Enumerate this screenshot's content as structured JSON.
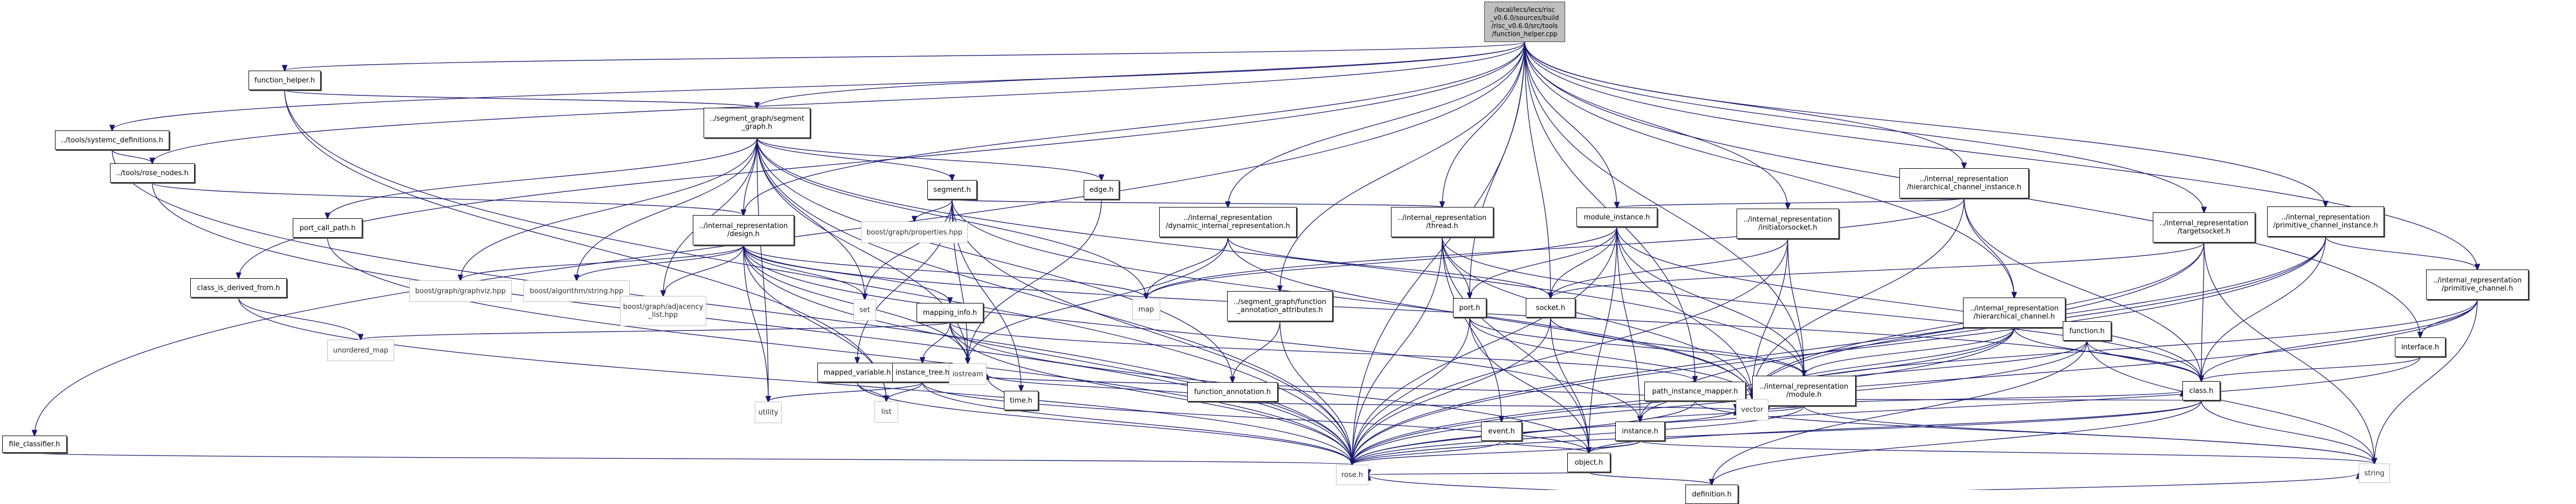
{
  "graph": {
    "title": "Include dependency graph for function_helper.cpp",
    "colors": {
      "edge": "#191970",
      "root_fill": "#bfbfbf",
      "node_border": "#000000",
      "external_border": "#bfbfbf"
    },
    "nodes": [
      {
        "id": "root",
        "label": "/local/lecs/lecs/risc\n_v0.6.0/sources/build\n/risc_v0.6.0/src/tools\n/function_helper.cpp",
        "kind": "root"
      },
      {
        "id": "function_helper_h",
        "label": "function_helper.h",
        "kind": "local"
      },
      {
        "id": "systemc_definitions_h",
        "label": "../tools/systemc_definitions.h",
        "kind": "local"
      },
      {
        "id": "rose_nodes_h",
        "label": "../tools/rose_nodes.h",
        "kind": "local"
      },
      {
        "id": "segment_graph_h",
        "label": "../segment_graph/segment\n_graph.h",
        "kind": "local"
      },
      {
        "id": "segment_h",
        "label": "segment.h",
        "kind": "local"
      },
      {
        "id": "edge_h",
        "label": "edge.h",
        "kind": "local"
      },
      {
        "id": "design_h",
        "label": "../internal_representation\n/design.h",
        "kind": "local"
      },
      {
        "id": "port_call_path_h",
        "label": "port_call_path.h",
        "kind": "local"
      },
      {
        "id": "class_is_derived_from_h",
        "label": "class_is_derived_from.h",
        "kind": "local"
      },
      {
        "id": "file_classifier_h",
        "label": "file_classifier.h",
        "kind": "local"
      },
      {
        "id": "boost_properties",
        "label": "boost/graph/properties.hpp",
        "kind": "external"
      },
      {
        "id": "boost_graphviz",
        "label": "boost/graph/graphviz.hpp",
        "kind": "external"
      },
      {
        "id": "boost_string",
        "label": "boost/algorithm/string.hpp",
        "kind": "external"
      },
      {
        "id": "boost_adjacency",
        "label": "boost/graph/adjacency\n_list.hpp",
        "kind": "external"
      },
      {
        "id": "set",
        "label": "set",
        "kind": "external"
      },
      {
        "id": "map",
        "label": "map",
        "kind": "external"
      },
      {
        "id": "unordered_map",
        "label": "unordered_map",
        "kind": "external"
      },
      {
        "id": "mapping_info_h",
        "label": "mapping_info.h",
        "kind": "local"
      },
      {
        "id": "time_h",
        "label": "time.h",
        "kind": "local"
      },
      {
        "id": "mapped_variable_h",
        "label": "mapped_variable.h",
        "kind": "local"
      },
      {
        "id": "instance_tree_h",
        "label": "instance_tree.h",
        "kind": "local"
      },
      {
        "id": "iostream",
        "label": "iostream",
        "kind": "external"
      },
      {
        "id": "utility",
        "label": "utility",
        "kind": "external"
      },
      {
        "id": "list",
        "label": "list",
        "kind": "external"
      },
      {
        "id": "dynamic_ir_h",
        "label": "../internal_representation\n/dynamic_internal_representation.h",
        "kind": "local"
      },
      {
        "id": "function_annotation_attributes_h",
        "label": "../segment_graph/function\n_annotation_attributes.h",
        "kind": "local"
      },
      {
        "id": "function_annotation_h",
        "label": "function_annotation.h",
        "kind": "local"
      },
      {
        "id": "thread_h",
        "label": "../internal_representation\n/thread.h",
        "kind": "local"
      },
      {
        "id": "port_h",
        "label": "port.h",
        "kind": "local"
      },
      {
        "id": "socket_h",
        "label": "socket.h",
        "kind": "local"
      },
      {
        "id": "event_h",
        "label": "event.h",
        "kind": "local"
      },
      {
        "id": "module_instance_h",
        "label": "module_instance.h",
        "kind": "local"
      },
      {
        "id": "path_instance_mapper_h",
        "label": "path_instance_mapper.h",
        "kind": "local"
      },
      {
        "id": "module_h",
        "label": "../internal_representation\n/module.h",
        "kind": "local"
      },
      {
        "id": "instance_h",
        "label": "instance.h",
        "kind": "local"
      },
      {
        "id": "object_h",
        "label": "object.h",
        "kind": "local"
      },
      {
        "id": "definition_h",
        "label": "definition.h",
        "kind": "local"
      },
      {
        "id": "hier_channel_instance_h",
        "label": "../internal_representation\n/hierarchical_channel_instance.h",
        "kind": "local"
      },
      {
        "id": "initiatorsocket_h",
        "label": "../internal_representation\n/initiatorsocket.h",
        "kind": "local"
      },
      {
        "id": "hier_channel_h",
        "label": "../internal_representation\n/hierarchical_channel.h",
        "kind": "local"
      },
      {
        "id": "function_h",
        "label": "function.h",
        "kind": "local"
      },
      {
        "id": "targetsocket_h",
        "label": "../internal_representation\n/targetsocket.h",
        "kind": "local"
      },
      {
        "id": "prim_channel_instance_h",
        "label": "../internal_representation\n/primitive_channel_instance.h",
        "kind": "local"
      },
      {
        "id": "prim_channel_h",
        "label": "../internal_representation\n/primitive_channel.h",
        "kind": "local"
      },
      {
        "id": "interface_h",
        "label": "interface.h",
        "kind": "local"
      },
      {
        "id": "class_h",
        "label": "class.h",
        "kind": "local"
      },
      {
        "id": "vector",
        "label": "vector",
        "kind": "external"
      },
      {
        "id": "rose_h",
        "label": "rose.h",
        "kind": "external"
      },
      {
        "id": "string",
        "label": "string",
        "kind": "external"
      }
    ],
    "edges": [
      [
        "root",
        "function_helper_h"
      ],
      [
        "root",
        "systemc_definitions_h"
      ],
      [
        "root",
        "rose_nodes_h"
      ],
      [
        "root",
        "segment_graph_h"
      ],
      [
        "root",
        "design_h"
      ],
      [
        "root",
        "class_is_derived_from_h"
      ],
      [
        "root",
        "file_classifier_h"
      ],
      [
        "root",
        "dynamic_ir_h"
      ],
      [
        "root",
        "function_annotation_attributes_h"
      ],
      [
        "root",
        "thread_h"
      ],
      [
        "root",
        "port_h"
      ],
      [
        "root",
        "socket_h"
      ],
      [
        "root",
        "module_instance_h"
      ],
      [
        "root",
        "hier_channel_instance_h"
      ],
      [
        "root",
        "initiatorsocket_h"
      ],
      [
        "root",
        "targetsocket_h"
      ],
      [
        "root",
        "prim_channel_instance_h"
      ],
      [
        "root",
        "prim_channel_h"
      ],
      [
        "root",
        "interface_h"
      ],
      [
        "root",
        "hier_channel_h"
      ],
      [
        "root",
        "path_instance_mapper_h"
      ],
      [
        "root",
        "module_h"
      ],
      [
        "root",
        "rose_h"
      ],
      [
        "function_helper_h",
        "segment_graph_h"
      ],
      [
        "function_helper_h",
        "rose_h"
      ],
      [
        "function_helper_h",
        "list"
      ],
      [
        "systemc_definitions_h",
        "rose_nodes_h"
      ],
      [
        "systemc_definitions_h",
        "rose_h"
      ],
      [
        "rose_nodes_h",
        "design_h"
      ],
      [
        "rose_nodes_h",
        "rose_h"
      ],
      [
        "segment_graph_h",
        "segment_h"
      ],
      [
        "segment_graph_h",
        "edge_h"
      ],
      [
        "segment_graph_h",
        "design_h"
      ],
      [
        "segment_graph_h",
        "port_call_path_h"
      ],
      [
        "segment_graph_h",
        "boost_graphviz"
      ],
      [
        "segment_graph_h",
        "boost_string"
      ],
      [
        "segment_graph_h",
        "boost_adjacency"
      ],
      [
        "segment_graph_h",
        "set"
      ],
      [
        "segment_graph_h",
        "map"
      ],
      [
        "segment_graph_h",
        "iostream"
      ],
      [
        "segment_graph_h",
        "utility"
      ],
      [
        "segment_graph_h",
        "rose_h"
      ],
      [
        "segment_graph_h",
        "function_annotation_h"
      ],
      [
        "segment_graph_h",
        "module_h"
      ],
      [
        "segment_h",
        "boost_properties"
      ],
      [
        "segment_h",
        "set"
      ],
      [
        "segment_h",
        "time_h"
      ],
      [
        "segment_h",
        "mapped_variable_h"
      ],
      [
        "segment_h",
        "iostream"
      ],
      [
        "segment_h",
        "thread_h"
      ],
      [
        "segment_h",
        "vector"
      ],
      [
        "segment_h",
        "rose_h"
      ],
      [
        "edge_h",
        "iostream"
      ],
      [
        "design_h",
        "boost_adjacency"
      ],
      [
        "design_h",
        "boost_graphviz"
      ],
      [
        "design_h",
        "boost_string"
      ],
      [
        "design_h",
        "set"
      ],
      [
        "design_h",
        "map"
      ],
      [
        "design_h",
        "mapping_info_h"
      ],
      [
        "design_h",
        "utility"
      ],
      [
        "design_h",
        "iostream"
      ],
      [
        "design_h",
        "rose_h"
      ],
      [
        "design_h",
        "list"
      ],
      [
        "design_h",
        "instance_h"
      ],
      [
        "design_h",
        "class_h"
      ],
      [
        "port_call_path_h",
        "rose_h"
      ],
      [
        "class_is_derived_from_h",
        "unordered_map"
      ],
      [
        "class_is_derived_from_h",
        "rose_h"
      ],
      [
        "file_classifier_h",
        "rose_h"
      ],
      [
        "mapping_info_h",
        "unordered_map"
      ],
      [
        "mapping_info_h",
        "instance_tree_h"
      ],
      [
        "mapping_info_h",
        "iostream"
      ],
      [
        "mapping_info_h",
        "path_instance_mapper_h"
      ],
      [
        "mapping_info_h",
        "rose_h"
      ],
      [
        "mapping_info_h",
        "object_h"
      ],
      [
        "time_h",
        "iostream"
      ],
      [
        "mapped_variable_h",
        "list"
      ],
      [
        "mapped_variable_h",
        "rose_h"
      ],
      [
        "instance_tree_h",
        "list"
      ],
      [
        "instance_tree_h",
        "utility"
      ],
      [
        "instance_tree_h",
        "object_h"
      ],
      [
        "instance_tree_h",
        "rose_h"
      ],
      [
        "dynamic_ir_h",
        "map"
      ],
      [
        "dynamic_ir_h",
        "socket_h"
      ],
      [
        "dynamic_ir_h",
        "iostream"
      ],
      [
        "dynamic_ir_h",
        "vector"
      ],
      [
        "function_annotation_attributes_h",
        "function_annotation_h"
      ],
      [
        "function_annotation_attributes_h",
        "rose_h"
      ],
      [
        "function_annotation_h",
        "iostream"
      ],
      [
        "function_annotation_h",
        "vector"
      ],
      [
        "thread_h",
        "port_h"
      ],
      [
        "thread_h",
        "event_h"
      ],
      [
        "thread_h",
        "object_h"
      ],
      [
        "thread_h",
        "rose_h"
      ],
      [
        "thread_h",
        "class_h"
      ],
      [
        "thread_h",
        "vector"
      ],
      [
        "port_h",
        "object_h"
      ],
      [
        "port_h",
        "rose_h"
      ],
      [
        "port_h",
        "module_h"
      ],
      [
        "port_h",
        "vector"
      ],
      [
        "socket_h",
        "object_h"
      ],
      [
        "socket_h",
        "rose_h"
      ],
      [
        "socket_h",
        "module_h"
      ],
      [
        "event_h",
        "object_h"
      ],
      [
        "event_h",
        "rose_h"
      ],
      [
        "event_h",
        "vector"
      ],
      [
        "module_instance_h",
        "port_h"
      ],
      [
        "module_instance_h",
        "socket_h"
      ],
      [
        "module_instance_h",
        "map"
      ],
      [
        "module_instance_h",
        "module_h"
      ],
      [
        "module_instance_h",
        "instance_h"
      ],
      [
        "module_instance_h",
        "object_h"
      ],
      [
        "module_instance_h",
        "class_h"
      ],
      [
        "module_instance_h",
        "rose_h"
      ],
      [
        "module_instance_h",
        "vector"
      ],
      [
        "path_instance_mapper_h",
        "instance_tree_h"
      ],
      [
        "path_instance_mapper_h",
        "rose_h"
      ],
      [
        "path_instance_mapper_h",
        "string"
      ],
      [
        "module_h",
        "instance_h"
      ],
      [
        "module_h",
        "class_h"
      ],
      [
        "module_h",
        "rose_h"
      ],
      [
        "module_h",
        "vector"
      ],
      [
        "module_h",
        "string"
      ],
      [
        "instance_h",
        "object_h"
      ],
      [
        "instance_h",
        "rose_h"
      ],
      [
        "instance_h",
        "string"
      ],
      [
        "object_h",
        "definition_h"
      ],
      [
        "object_h",
        "rose_h"
      ],
      [
        "definition_h",
        "rose_h"
      ],
      [
        "definition_h",
        "string"
      ],
      [
        "hier_channel_instance_h",
        "module_instance_h"
      ],
      [
        "hier_channel_instance_h",
        "hier_channel_h"
      ],
      [
        "hier_channel_instance_h",
        "class_h"
      ],
      [
        "hier_channel_instance_h",
        "map"
      ],
      [
        "hier_channel_instance_h",
        "vector"
      ],
      [
        "initiatorsocket_h",
        "socket_h"
      ],
      [
        "initiatorsocket_h",
        "module_h"
      ],
      [
        "initiatorsocket_h",
        "rose_h"
      ],
      [
        "initiatorsocket_h",
        "vector"
      ],
      [
        "hier_channel_h",
        "module_h"
      ],
      [
        "hier_channel_h",
        "instance_h"
      ],
      [
        "hier_channel_h",
        "class_h"
      ],
      [
        "hier_channel_h",
        "rose_h"
      ],
      [
        "hier_channel_h",
        "vector"
      ],
      [
        "function_h",
        "class_h"
      ],
      [
        "function_h",
        "vector"
      ],
      [
        "function_h",
        "definition_h"
      ],
      [
        "function_h",
        "rose_h"
      ],
      [
        "function_h",
        "string"
      ],
      [
        "targetsocket_h",
        "socket_h"
      ],
      [
        "targetsocket_h",
        "class_h"
      ],
      [
        "targetsocket_h",
        "vector"
      ],
      [
        "targetsocket_h",
        "rose_h"
      ],
      [
        "targetsocket_h",
        "string"
      ],
      [
        "prim_channel_instance_h",
        "prim_channel_h"
      ],
      [
        "prim_channel_instance_h",
        "class_h"
      ],
      [
        "prim_channel_instance_h",
        "instance_h"
      ],
      [
        "prim_channel_instance_h",
        "rose_h"
      ],
      [
        "prim_channel_instance_h",
        "vector"
      ],
      [
        "prim_channel_h",
        "interface_h"
      ],
      [
        "prim_channel_h",
        "class_h"
      ],
      [
        "prim_channel_h",
        "string"
      ],
      [
        "prim_channel_h",
        "rose_h"
      ],
      [
        "prim_channel_h",
        "vector"
      ],
      [
        "interface_h",
        "class_h"
      ],
      [
        "interface_h",
        "rose_h"
      ],
      [
        "class_h",
        "vector"
      ],
      [
        "class_h",
        "object_h"
      ],
      [
        "class_h",
        "definition_h"
      ],
      [
        "class_h",
        "rose_h"
      ],
      [
        "class_h",
        "string"
      ]
    ]
  }
}
